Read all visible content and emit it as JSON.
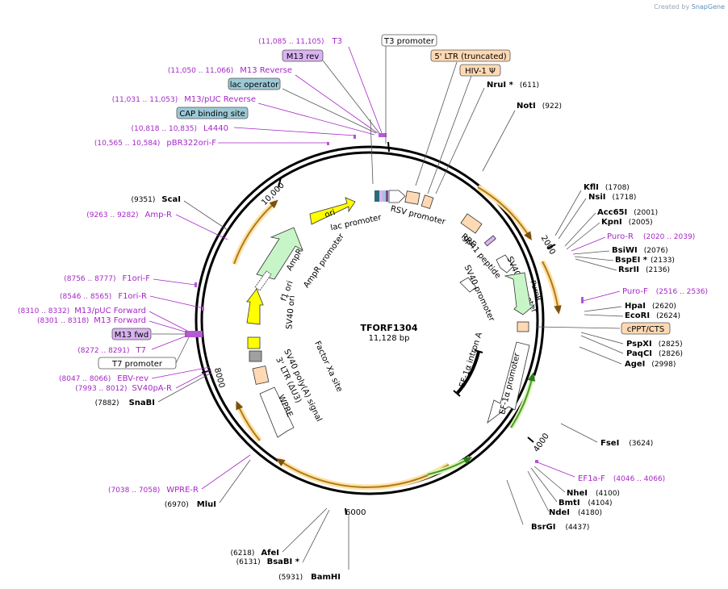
{
  "watermark": {
    "prefix": "Created by ",
    "brand": "SnapGene"
  },
  "plasmid": {
    "name": "TFORF1304",
    "length_label": "11,128 bp"
  },
  "ticks": [
    "10,000",
    "2000",
    "4000",
    "6000",
    "8000"
  ],
  "sites_right": [
    {
      "name": "NruI *",
      "pos": "(611)"
    },
    {
      "name": "NotI",
      "pos": "(922)"
    },
    {
      "name": "KflI",
      "pos": "(1708)"
    },
    {
      "name": "NsiI",
      "pos": "(1718)"
    },
    {
      "name": "Acc65I",
      "pos": "(2001)"
    },
    {
      "name": "KpnI",
      "pos": "(2005)"
    },
    {
      "name": "Puro-R",
      "pos": "(2020 .. 2039)"
    },
    {
      "name": "BsiWI",
      "pos": "(2076)"
    },
    {
      "name": "BspEI *",
      "pos": "(2133)"
    },
    {
      "name": "RsrII",
      "pos": "(2136)"
    },
    {
      "name": "Puro-F",
      "pos": "(2516 .. 2536)"
    },
    {
      "name": "HpaI",
      "pos": "(2620)"
    },
    {
      "name": "EcoRI",
      "pos": "(2624)"
    },
    {
      "name": "PspXI",
      "pos": "(2825)"
    },
    {
      "name": "PaqCI",
      "pos": "(2826)"
    },
    {
      "name": "AgeI",
      "pos": "(2998)"
    },
    {
      "name": "FseI",
      "pos": "(3624)"
    },
    {
      "name": "EF1a-F",
      "pos": "(4046 .. 4066)"
    },
    {
      "name": "NheI",
      "pos": "(4100)"
    },
    {
      "name": "BmtI",
      "pos": "(4104)"
    },
    {
      "name": "NdeI",
      "pos": "(4180)"
    },
    {
      "name": "BsrGI",
      "pos": "(4437)"
    }
  ],
  "sites_left": [
    {
      "name": "T3",
      "pos": "(11,085 .. 11,105)"
    },
    {
      "name": "M13 Reverse",
      "pos": "(11,050 .. 11,066)"
    },
    {
      "name": "M13/pUC Reverse",
      "pos": "(11,031 .. 11,053)"
    },
    {
      "name": "L4440",
      "pos": "(10,818 .. 10,835)"
    },
    {
      "name": "pBR322ori-F",
      "pos": "(10,565 .. 10,584)"
    },
    {
      "name": "ScaI",
      "pos": "(9351)"
    },
    {
      "name": "Amp-R",
      "pos": "(9263 .. 9282)"
    },
    {
      "name": "F1ori-F",
      "pos": "(8756 .. 8777)"
    },
    {
      "name": "F1ori-R",
      "pos": "(8546 .. 8565)"
    },
    {
      "name": "M13/pUC Forward",
      "pos": "(8310 .. 8332)"
    },
    {
      "name": "M13 Forward",
      "pos": "(8301 .. 8318)"
    },
    {
      "name": "T7",
      "pos": "(8272 .. 8291)"
    },
    {
      "name": "EBV-rev",
      "pos": "(8047 .. 8066)"
    },
    {
      "name": "SV40pA-R",
      "pos": "(7993 .. 8012)"
    },
    {
      "name": "SnaBI",
      "pos": "(7882)"
    },
    {
      "name": "WPRE-R",
      "pos": "(7038 .. 7058)"
    },
    {
      "name": "MluI",
      "pos": "(6970)"
    },
    {
      "name": "AfeI",
      "pos": "(6218)"
    },
    {
      "name": "BsaBI *",
      "pos": "(6131)"
    },
    {
      "name": "BamHI",
      "pos": "(5931)"
    }
  ],
  "boxed_labels": {
    "t3_promoter": "T3 promoter",
    "ltr5": "5' LTR (truncated)",
    "hiv": "HIV-1 Ψ",
    "m13rev": "M13 rev",
    "lac_operator": "lac operator",
    "cap_site": "CAP binding site",
    "cppt": "cPPT/CTS",
    "m13fwd": "M13 fwd",
    "t7_promoter": "T7 promoter"
  },
  "inner_labels": {
    "ori": "ori",
    "lac_promoter": "lac promoter",
    "rsv_promoter": "RSV promoter",
    "rre": "RRE",
    "gp41": "gp41 peptide",
    "sv40_promoter_a": "SV40 promoter",
    "sv40_promoter_b": "SV40 promoter",
    "puror": "PuroR",
    "ampr": "AmpR",
    "ampr_promoter": "AmpR promoter",
    "f1_ori": "f1 ori",
    "sv40_ori": "SV40 ori",
    "factor_xa": "Factor Xa site",
    "sv40_polya": "SV40 poly(A) signal",
    "ltr3": "3' LTR (ΔU3)",
    "wpre": "WPRE",
    "ef1a_intron": "EF-1α intron A",
    "ef1a_promoter": "EF-1α promoter"
  },
  "colors": {
    "enzyme": "#000000",
    "primer": "#a626c8",
    "feature_yellow": "#ffff00",
    "feature_green": "#c8f5c8",
    "feature_orange": "#ffd9b3",
    "feature_lavender": "#d9b3f2",
    "feature_blue": "#9cc9d6",
    "orf_arc": "#b07a1a",
    "orf_highlight": "#ffe3a8",
    "ef1a_arc": "#4a9a2a"
  }
}
